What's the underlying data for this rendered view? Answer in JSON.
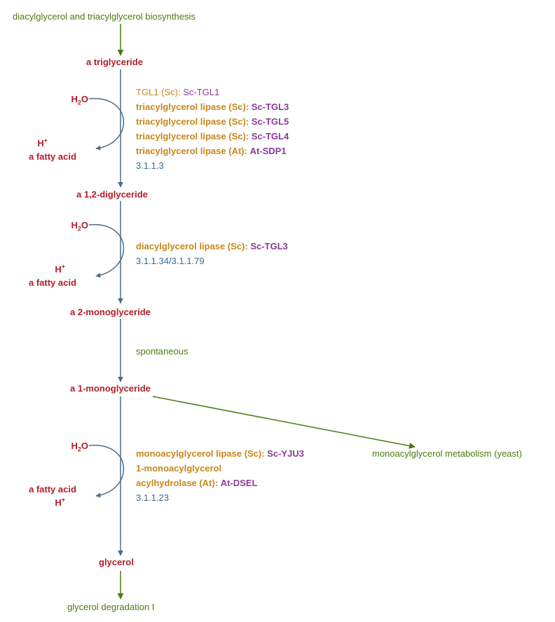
{
  "pathways": {
    "top": "diacylglycerol and triacylglycerol biosynthesis",
    "bottom": "glycerol degradation I",
    "side": "monoacylglycerol metabolism (yeast)"
  },
  "compounds": {
    "triglyceride": "a triglyceride",
    "diglyceride": "a 1,2-diglyceride",
    "mono2": "a 2-monoglyceride",
    "mono1": "a 1-monoglyceride",
    "glycerol": "glycerol",
    "fatty_acid": "a fatty acid",
    "water_base": "H",
    "water_sub": "2",
    "water_tail": "O",
    "proton_base": "H",
    "proton_sup": "+"
  },
  "steps": [
    {
      "enzymes": [
        {
          "name": "TGL1 (Sc):",
          "gene": "Sc-TGL1",
          "style": "plain"
        },
        {
          "name": "triacylglycerol lipase (Sc):",
          "gene": "Sc-TGL3",
          "style": "bold"
        },
        {
          "name": "triacylglycerol lipase (Sc):",
          "gene": "Sc-TGL5",
          "style": "bold"
        },
        {
          "name": "triacylglycerol lipase (Sc):",
          "gene": "Sc-TGL4",
          "style": "bold"
        },
        {
          "name": "triacylglycerol lipase (At):",
          "gene": "At-SDP1",
          "style": "bold"
        }
      ],
      "ec": "3.1.1.3"
    },
    {
      "enzymes": [
        {
          "name": "diacylglycerol lipase (Sc):",
          "gene": "Sc-TGL3",
          "style": "bold"
        }
      ],
      "ec": "3.1.1.34/3.1.1.79"
    },
    {
      "note": "spontaneous"
    },
    {
      "enzymes": [
        {
          "name": "monoacylglycerol lipase (Sc):",
          "gene": "Sc-YJU3",
          "style": "bold"
        },
        {
          "name_line1": "1-monoacylglycerol",
          "name": "acylhydrolase (At):",
          "gene": "At-DSEL",
          "style": "bold"
        }
      ],
      "ec": "3.1.1.23"
    }
  ],
  "colors": {
    "pathway": "#4a7a12",
    "compound": "#b01e28",
    "enzyme": "#c8861a",
    "gene": "#8a3c98",
    "ec": "#3a6a8e",
    "main_arrow": "#4a6e8c",
    "pathway_arrow": "#4a7a12"
  }
}
